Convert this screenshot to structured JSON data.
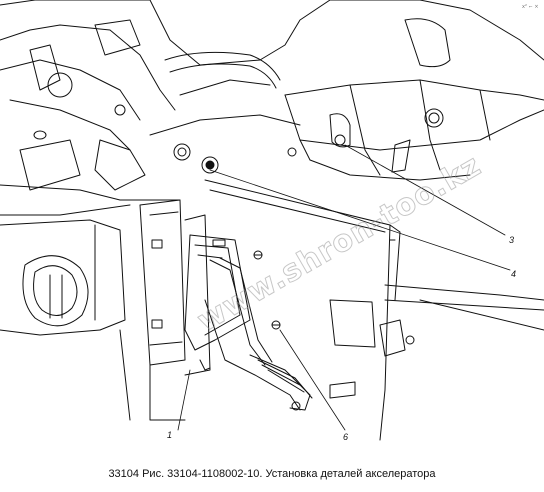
{
  "caption": "33104 Рис. 33104-1108002-10. Установка деталей акселератора",
  "watermark": "www.shron-too.kz",
  "corner_mark": "x² ⌐ ×",
  "callouts": [
    {
      "id": "1",
      "label": "1"
    },
    {
      "id": "3",
      "label": "3"
    },
    {
      "id": "4",
      "label": "4"
    },
    {
      "id": "6",
      "label": "6"
    }
  ]
}
